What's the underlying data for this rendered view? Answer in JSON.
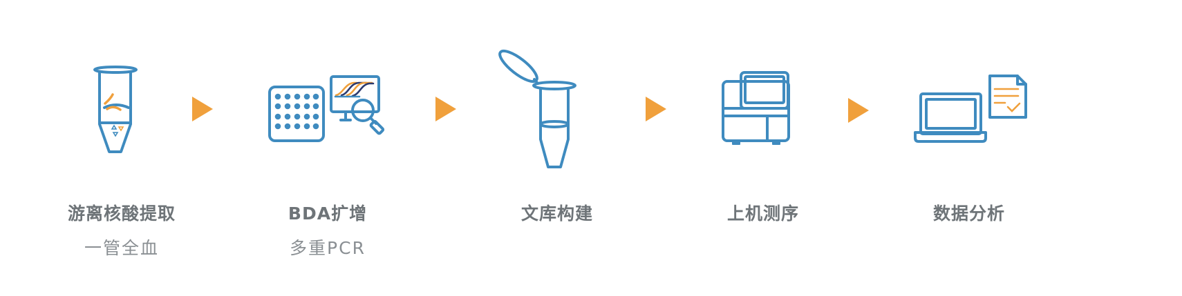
{
  "colors": {
    "icon_blue": "#3f8bbf",
    "accent_orange": "#f0a03c",
    "curve_navy": "#2c3a6e",
    "label_gray": "#6e7478",
    "sublabel_gray": "#8a8f93"
  },
  "steps": [
    {
      "label": "游离核酸提取",
      "sublabel": "一管全血",
      "icon": "blood-tube-icon"
    },
    {
      "label": "BDA扩增",
      "sublabel": "多重PCR",
      "icon": "pcr-plate-monitor-icon"
    },
    {
      "label": "文库构建",
      "sublabel": "",
      "icon": "open-tube-icon"
    },
    {
      "label": "上机测序",
      "sublabel": "",
      "icon": "sequencer-icon"
    },
    {
      "label": "数据分析",
      "sublabel": "",
      "icon": "laptop-report-icon"
    }
  ],
  "arrows": [
    "play-arrow-icon",
    "play-arrow-icon",
    "play-arrow-icon",
    "play-arrow-icon"
  ]
}
